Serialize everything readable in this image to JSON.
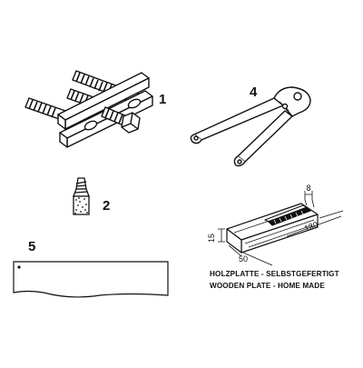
{
  "items": [
    {
      "number": "1"
    },
    {
      "number": "2"
    },
    {
      "number": "4"
    },
    {
      "number": "5"
    }
  ],
  "wooden_plate": {
    "dimensions": {
      "thickness": "15",
      "width": "50",
      "length": "130",
      "groove": "8"
    },
    "caption_de": "HOLZPLATTE - SELBSTGEFERTIGT",
    "caption_en": "WOODEN PLATE - HOME MADE"
  }
}
